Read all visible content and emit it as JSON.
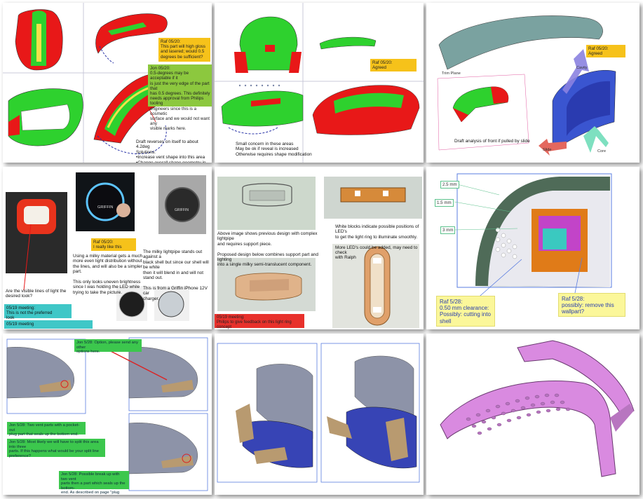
{
  "panel1": {
    "raf_note": "Raf 05/20:\nThis part will high gloss\nand lasered; would 0.5\ndegrees be sufficient?",
    "jon_note": "Jon 05/20:\n0.5-degrees may be acceptable if it\nis just the very edge of the part that\nhas 0.5 degrees. This definitely\nneeds approval from Philips tooling\nengineers since this is a cosmetic\nsurface and we would not want any\nvisible marks here.",
    "draft_note": "Draft reverses on itself to about 4.2deg\nSolutions:\n•Increase vent shape into this area\n•Change overall shape geometry in this area"
  },
  "panel2": {
    "raf_note": "Raf 05/20:\nAgreed",
    "concern_note": "Small concern in these areas\nMay be ok if reveal is increased\nOtherwise requires shape modification"
  },
  "panel3": {
    "raf_note": "Raf 05/20:\nAgreed",
    "label_cavity": "Cavity",
    "label_slide": "Slide",
    "label_core": "Core",
    "label_plane": "Trim Plane",
    "caption": "Draft analysis of front if pulled by slide"
  },
  "panel4": {
    "question": "Are the visible lines of light the\ndesired look?",
    "meeting_1": "05/19 meeting:\nThis is not the preferred\nlook",
    "meeting_2": "05/19 meeting",
    "griffin_brand": "GRIFFIN",
    "raf_like": "Raf 05/20:\nI really like this",
    "milky_note": "Using a milky material gets a much\nmore even light distribution without\nthe lines, and will also be a simpler\npart.\n\nThis only looks uneven brightness\nsince I was holding the LED while\ntrying to take the picture.",
    "lightpipe_note": "The milky lightpipe stands out against a\nblack shell but since our shell will be white\nthen it will blend in and will not stand out.\n\nThis is from a Griffin iPhone 12V car\ncharger."
  },
  "panel5": {
    "above_note": "Above image shows previous design with complex lightpipe\nand requires support piece.\n\nProposed design below combines support part and lighting\ninto a single milky semi-translucent component.",
    "white_blocks_note": "White blocks indicate possible positions of LED's\nto get the light ring to illuminate smoothly.\n\nMore LED's could be added, may need to check\nwith Ralph",
    "meeting_note": "05/19 meeting:\nPhilips to give feedback on this light ring concept"
  },
  "panel6": {
    "dim_1": "2.5 mm",
    "dim_2": "1.5 mm",
    "dim_3": "3 mm",
    "raf_clearance": "Raf 5/28:\n0.50 mm clearance:\nPossibly: cutting into\nshell",
    "raf_wallpart": "Raf 5/28:\npossibly: remove this\nwallpart?"
  },
  "panel7": {
    "jon_top": "Jon 5/28: Option, please send any other\noptions here.",
    "jon_two_vent": "Jon 5/28: Two vent parts with a pocket-out\nplug part that seals up the bottom end.",
    "jon_split": "Jon 5/28: Most likely we will have to split this area into three\nparts. If this happens what would be your split line\npreference?",
    "jon_possible": "Jon 5/28: Possible break up with two vent\nparts then a part which seals up the bottom-\nend. As described on page \"plug grommet\""
  },
  "colors": {
    "draft_green": "#2ed12e",
    "draft_red": "#e81818",
    "draft_yellow": "#f5e04a",
    "shell_grey": "#8a94a8",
    "vent_tan": "#b89a70",
    "part_purple": "#d98ae0",
    "frame_blue": "#5a7de0"
  }
}
